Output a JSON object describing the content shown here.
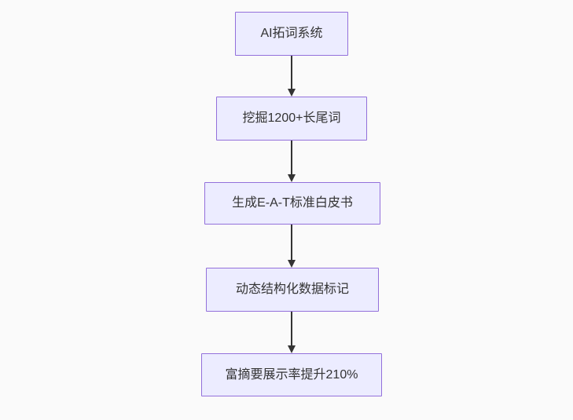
{
  "page": {
    "background_color": "#fafafa"
  },
  "flowchart": {
    "type": "flowchart",
    "direction": "top-down",
    "style": {
      "node_fill": "#ececff",
      "node_border": "#9370db",
      "text_color": "#333333",
      "arrow_color": "#333333"
    },
    "nodes": [
      {
        "id": "n1",
        "label": "AI拓词系统"
      },
      {
        "id": "n2",
        "label": "挖掘1200+长尾词"
      },
      {
        "id": "n3",
        "label": "生成E-A-T标准白皮书"
      },
      {
        "id": "n4",
        "label": "动态结构化数据标记"
      },
      {
        "id": "n5",
        "label": "富摘要展示率提升210%"
      }
    ],
    "edges": [
      {
        "from": "n1",
        "to": "n2"
      },
      {
        "from": "n2",
        "to": "n3"
      },
      {
        "from": "n3",
        "to": "n4"
      },
      {
        "from": "n4",
        "to": "n5"
      }
    ]
  }
}
